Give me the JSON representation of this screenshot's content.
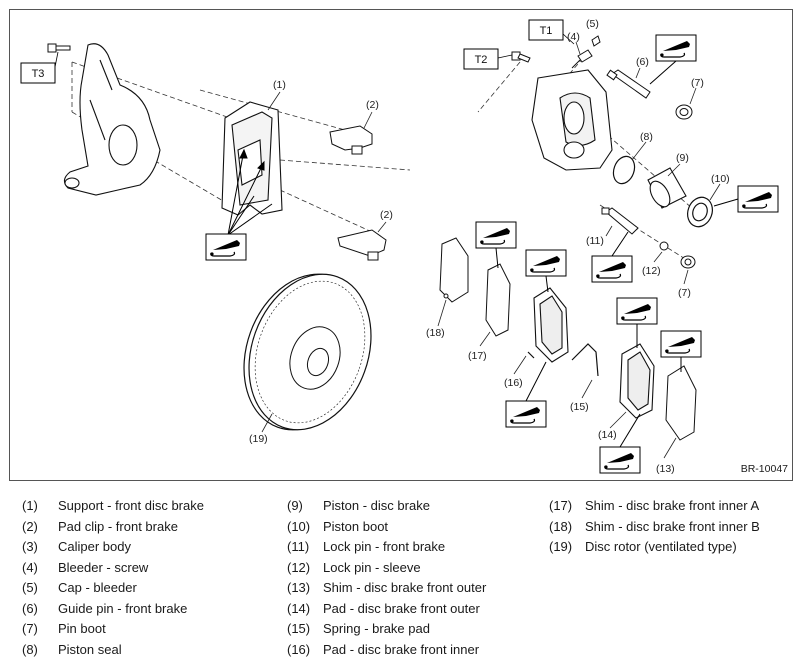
{
  "figure_code": "BR-10047",
  "tags": {
    "t1": "T1",
    "t2": "T2",
    "t3": "T3"
  },
  "callouts": [
    "(1)",
    "(2)",
    "(2)",
    "(4)",
    "(5)",
    "(6)",
    "(7)",
    "(7)",
    "(8)",
    "(9)",
    "(10)",
    "(11)",
    "(12)",
    "(13)",
    "(14)",
    "(15)",
    "(16)",
    "(17)",
    "(18)",
    "(19)"
  ],
  "legend": [
    {
      "num": "(1)",
      "label": "Support - front disc brake"
    },
    {
      "num": "(2)",
      "label": "Pad clip - front brake"
    },
    {
      "num": "(3)",
      "label": "Caliper body"
    },
    {
      "num": "(4)",
      "label": "Bleeder - screw"
    },
    {
      "num": "(5)",
      "label": "Cap - bleeder"
    },
    {
      "num": "(6)",
      "label": "Guide pin - front brake"
    },
    {
      "num": "(7)",
      "label": "Pin boot"
    },
    {
      "num": "(8)",
      "label": "Piston seal"
    },
    {
      "num": "(9)",
      "label": "Piston - disc brake"
    },
    {
      "num": "(10)",
      "label": "Piston boot"
    },
    {
      "num": "(11)",
      "label": "Lock pin - front brake"
    },
    {
      "num": "(12)",
      "label": "Lock pin - sleeve"
    },
    {
      "num": "(13)",
      "label": "Shim - disc brake front outer"
    },
    {
      "num": "(14)",
      "label": "Pad - disc brake front outer"
    },
    {
      "num": "(15)",
      "label": "Spring - brake pad"
    },
    {
      "num": "(16)",
      "label": "Pad - disc brake front inner"
    },
    {
      "num": "(17)",
      "label": "Shim - disc brake front inner A"
    },
    {
      "num": "(18)",
      "label": "Shim - disc brake front inner B"
    },
    {
      "num": "(19)",
      "label": "Disc rotor (ventilated type)"
    }
  ]
}
